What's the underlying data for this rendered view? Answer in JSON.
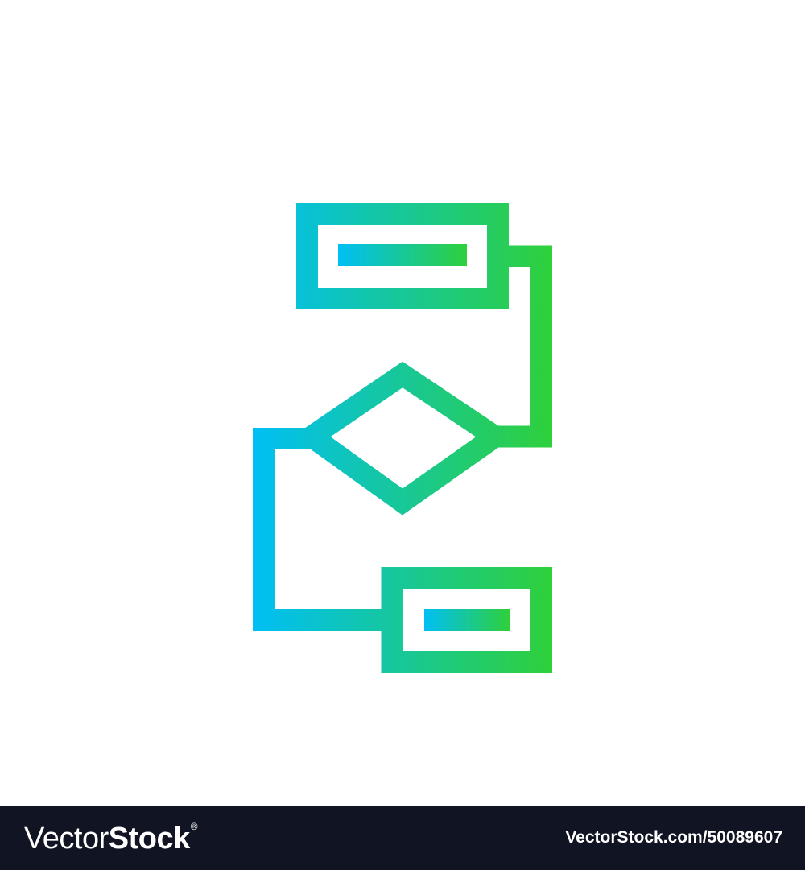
{
  "illustration": {
    "icon": "flowchart-icon",
    "gradient_start": "#00bff5",
    "gradient_end": "#2fd03a"
  },
  "footer": {
    "background": "#111422",
    "brand_part1": "Vector",
    "brand_part2": "Stock",
    "brand_reg": "®",
    "image_id": "VectorStock.com/50089607"
  }
}
